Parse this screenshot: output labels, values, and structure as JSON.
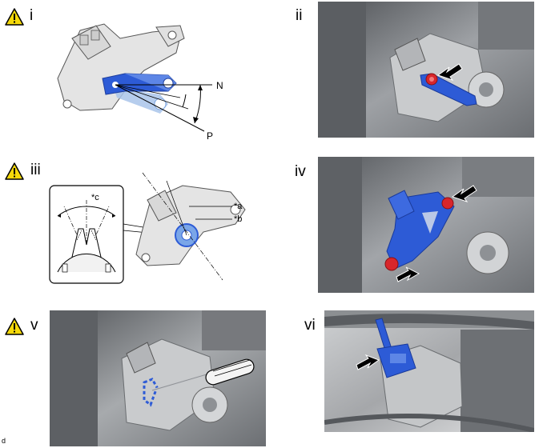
{
  "steps": [
    {
      "label": "i",
      "warning": true
    },
    {
      "label": "ii",
      "warning": false
    },
    {
      "label": "iii",
      "warning": true
    },
    {
      "label": "iv",
      "warning": false
    },
    {
      "label": "v",
      "warning": true
    },
    {
      "label": "vi",
      "warning": false
    }
  ],
  "callouts": {
    "n": "N",
    "p": "P",
    "a": "*a",
    "b": "*b",
    "c": "*c"
  },
  "footer_code": "d",
  "icons": {
    "warning": "warning-triangle-icon",
    "arrow": "pointer-arrow-icon"
  },
  "colors": {
    "warning_fill": "#f5d90a",
    "part_blue": "#2d5bd6",
    "bolt_red": "#d8262b"
  }
}
